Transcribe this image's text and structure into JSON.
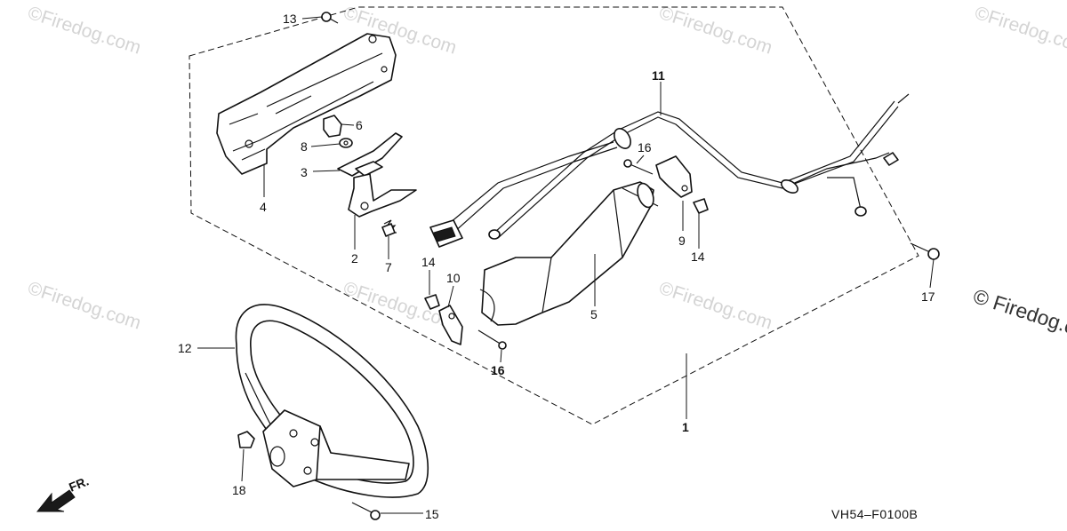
{
  "watermark": "©Firedog.com",
  "watermark_main": "© Firedog.c",
  "diagram_code": "VH54–F0100B",
  "direction_label": "FR.",
  "callouts": {
    "p1": "1",
    "p2": "2",
    "p3": "3",
    "p4": "4",
    "p5": "5",
    "p6": "6",
    "p7": "7",
    "p8": "8",
    "p9": "9",
    "p10": "10",
    "p11": "11",
    "p12": "12",
    "p13": "13",
    "p14a": "14",
    "p14b": "14",
    "p15": "15",
    "p16a": "16",
    "p16b": "16",
    "p17": "17",
    "p18": "18"
  }
}
